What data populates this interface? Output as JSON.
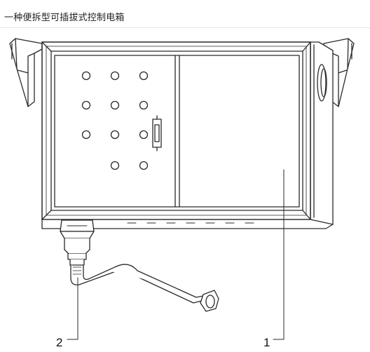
{
  "page": {
    "title": "一种便拆型可插拔式控制电箱"
  },
  "diagram": {
    "callouts": [
      {
        "id": "1",
        "label": "1"
      },
      {
        "id": "2",
        "label": "2"
      }
    ]
  }
}
